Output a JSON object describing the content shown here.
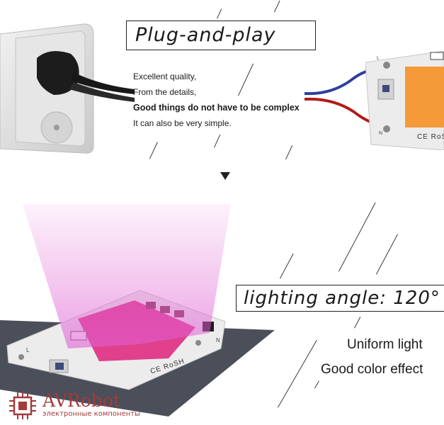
{
  "top_section": {
    "title": "Plug-and-play",
    "lines": [
      "Excellent quality,",
      "From the details,",
      "Good things do not have to be complex",
      "It can also be very simple."
    ],
    "chip_labels": {
      "live": "L",
      "neutral": "N",
      "cert": "CE RoSH"
    }
  },
  "bottom_section": {
    "title": "lighting angle: 120°",
    "features": [
      "Uniform light",
      "Good color effect"
    ],
    "chip_labels": {
      "live": "L",
      "neutral": "N",
      "cert": "CE RoSH"
    }
  },
  "watermark": {
    "brand": "AVRobot",
    "subtitle": "электронные компоненты"
  },
  "colors": {
    "led_orange": "#f59a38",
    "led_pink": "#e0408c",
    "beam_magenta": "#e05fd3",
    "wire_blue": "#2c3f9c",
    "wire_red": "#b01b1b",
    "watermark_red": "#a33b3b"
  }
}
